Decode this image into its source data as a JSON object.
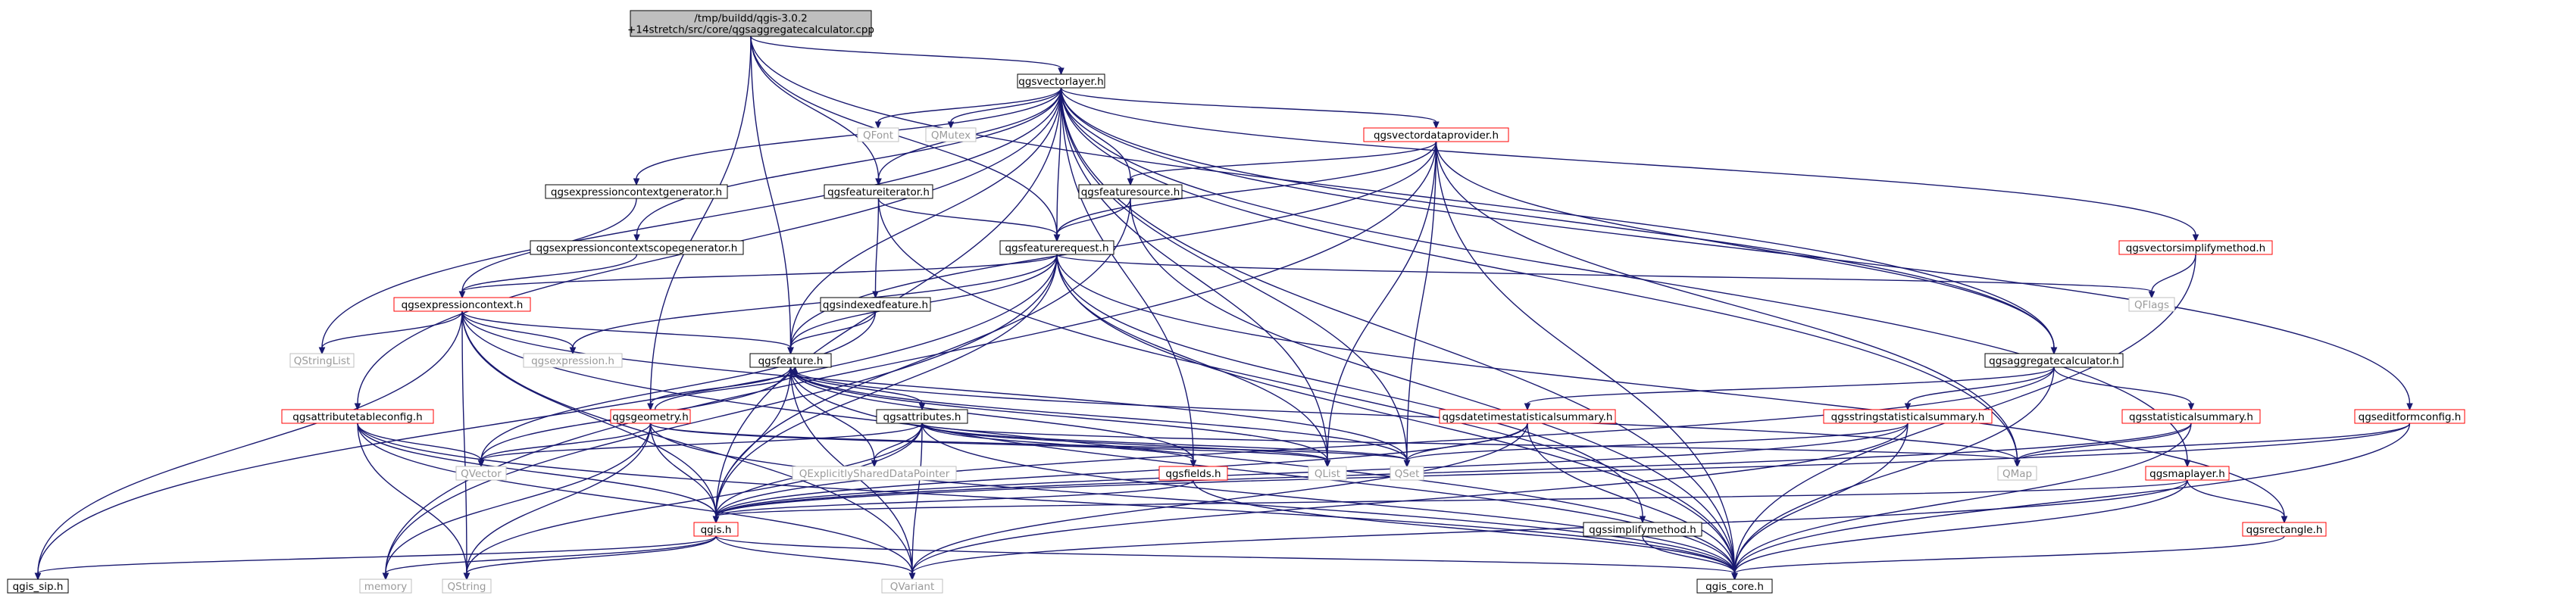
{
  "graph": {
    "nodes": [
      {
        "id": "root",
        "label": "/tmp/buildd/qgis-3.0.2\n+14stretch/src/core/qgsaggregatecalculator.cpp",
        "style": "root",
        "icon": ""
      },
      {
        "id": "qgsvectorlayer",
        "label": "qgsvectorlayer.h",
        "style": "black"
      },
      {
        "id": "qfont",
        "label": "QFont",
        "style": "grey"
      },
      {
        "id": "qmutex",
        "label": "QMutex",
        "style": "grey"
      },
      {
        "id": "qgsvectordataprovider",
        "label": "qgsvectordataprovider.h",
        "style": "red"
      },
      {
        "id": "qgsexprctxgen",
        "label": "qgsexpressioncontextgenerator.h",
        "style": "black"
      },
      {
        "id": "qgsfeatureiterator",
        "label": "qgsfeatureiterator.h",
        "style": "black"
      },
      {
        "id": "qgsfeaturesource",
        "label": "qgsfeaturesource.h",
        "style": "black"
      },
      {
        "id": "qgsvectorsimplify",
        "label": "qgsvectorsimplifymethod.h",
        "style": "red"
      },
      {
        "id": "qgsexprscopegen",
        "label": "qgsexpressioncontextscopegenerator.h",
        "style": "black"
      },
      {
        "id": "qgsfeaturerequest",
        "label": "qgsfeaturerequest.h",
        "style": "black"
      },
      {
        "id": "qflags",
        "label": "QFlags",
        "style": "grey"
      },
      {
        "id": "qgsexprctx",
        "label": "qgsexpressioncontext.h",
        "style": "red"
      },
      {
        "id": "qgsindexedfeature",
        "label": "qgsindexedfeature.h",
        "style": "black"
      },
      {
        "id": "qgsaggcalc",
        "label": "qgsaggregatecalculator.h",
        "style": "black"
      },
      {
        "id": "qstringlist",
        "label": "QStringList",
        "style": "grey"
      },
      {
        "id": "qgsexpression",
        "label": "qgsexpression.h",
        "style": "grey"
      },
      {
        "id": "qgsfeature",
        "label": "qgsfeature.h",
        "style": "black"
      },
      {
        "id": "qgsattrtableconfig",
        "label": "qgsattributetableconfig.h",
        "style": "red"
      },
      {
        "id": "qgsgeometry",
        "label": "qgsgeometry.h",
        "style": "red"
      },
      {
        "id": "qgsattributes",
        "label": "qgsattributes.h",
        "style": "black"
      },
      {
        "id": "qgsdatetimestat",
        "label": "qgsdatetimestatisticalsummary.h",
        "style": "red"
      },
      {
        "id": "qgsstringstat",
        "label": "qgsstringstatisticalsummary.h",
        "style": "red"
      },
      {
        "id": "qgsstatsummary",
        "label": "qgsstatisticalsummary.h",
        "style": "red"
      },
      {
        "id": "qgseditformconfig",
        "label": "qgseditformconfig.h",
        "style": "red"
      },
      {
        "id": "qvector",
        "label": "QVector",
        "style": "grey"
      },
      {
        "id": "qexplicit",
        "label": "QExplicitlySharedDataPointer",
        "style": "grey"
      },
      {
        "id": "qgsfields",
        "label": "qgsfields.h",
        "style": "red"
      },
      {
        "id": "qlist",
        "label": "QList",
        "style": "grey"
      },
      {
        "id": "qset",
        "label": "QSet",
        "style": "grey"
      },
      {
        "id": "qmap",
        "label": "QMap",
        "style": "grey"
      },
      {
        "id": "qgsmaplayer",
        "label": "qgsmaplayer.h",
        "style": "red"
      },
      {
        "id": "qgis",
        "label": "qgis.h",
        "style": "red"
      },
      {
        "id": "qgssimplifymethod",
        "label": "qgssimplifymethod.h",
        "style": "black"
      },
      {
        "id": "qgsrectangle",
        "label": "qgsrectangle.h",
        "style": "red"
      },
      {
        "id": "qgissip",
        "label": "qgis_sip.h",
        "style": "black"
      },
      {
        "id": "memory",
        "label": "memory",
        "style": "grey"
      },
      {
        "id": "qstring",
        "label": "QString",
        "style": "grey"
      },
      {
        "id": "qvariant",
        "label": "QVariant",
        "style": "grey"
      },
      {
        "id": "qgiscore",
        "label": "qgis_core.h",
        "style": "black"
      }
    ],
    "edges": [
      [
        "root",
        "qgsvectorlayer"
      ],
      [
        "root",
        "qgsaggcalc"
      ],
      [
        "root",
        "qgsfeatureiterator"
      ],
      [
        "root",
        "qgsfeaturerequest"
      ],
      [
        "root",
        "qgsfeature"
      ],
      [
        "root",
        "qgsgeometry"
      ],
      [
        "qgsvectorlayer",
        "qfont"
      ],
      [
        "qgsvectorlayer",
        "qmutex"
      ],
      [
        "qgsvectorlayer",
        "qgsvectordataprovider"
      ],
      [
        "qgsvectorlayer",
        "qgsexprctxgen"
      ],
      [
        "qgsvectorlayer",
        "qgsfeatureiterator"
      ],
      [
        "qgsvectorlayer",
        "qgsfeaturesource"
      ],
      [
        "qgsvectorlayer",
        "qgsvectorsimplify"
      ],
      [
        "qgsvectorlayer",
        "qgsexprscopegen"
      ],
      [
        "qgsvectorlayer",
        "qgsfeaturerequest"
      ],
      [
        "qgsvectorlayer",
        "qgsaggcalc"
      ],
      [
        "qgsvectorlayer",
        "qstringlist"
      ],
      [
        "qgsvectorlayer",
        "qgsfeature"
      ],
      [
        "qgsvectorlayer",
        "qgsattrtableconfig"
      ],
      [
        "qgsvectorlayer",
        "qgsfields"
      ],
      [
        "qgsvectorlayer",
        "qlist"
      ],
      [
        "qgsvectorlayer",
        "qset"
      ],
      [
        "qgsvectorlayer",
        "qmap"
      ],
      [
        "qgsvectorlayer",
        "qgseditformconfig"
      ],
      [
        "qgsvectorlayer",
        "qgsmaplayer"
      ],
      [
        "qgsvectorlayer",
        "qgis"
      ],
      [
        "qgsvectorlayer",
        "qgiscore"
      ],
      [
        "qgsvectordataprovider",
        "qgsfeaturesource"
      ],
      [
        "qgsvectordataprovider",
        "qgsfeaturerequest"
      ],
      [
        "qgsvectordataprovider",
        "qgsfeature"
      ],
      [
        "qgsvectordataprovider",
        "qgsaggcalc"
      ],
      [
        "qgsvectordataprovider",
        "qlist"
      ],
      [
        "qgsvectordataprovider",
        "qset"
      ],
      [
        "qgsvectordataprovider",
        "qmap"
      ],
      [
        "qgsvectordataprovider",
        "memory"
      ],
      [
        "qgsvectordataprovider",
        "qgiscore"
      ],
      [
        "qgsexprctxgen",
        "qgsexprctx"
      ],
      [
        "qgsexprscopegen",
        "qgsexprctx"
      ],
      [
        "qgsfeatureiterator",
        "qgsfeaturerequest"
      ],
      [
        "qgsfeatureiterator",
        "qgsindexedfeature"
      ],
      [
        "qgsfeatureiterator",
        "qgiscore"
      ],
      [
        "qgsfeaturesource",
        "qgsfeaturerequest"
      ],
      [
        "qgsfeaturesource",
        "qgiscore"
      ],
      [
        "qgsfeaturesource",
        "qgis"
      ],
      [
        "qgsvectorsimplify",
        "qflags"
      ],
      [
        "qgsvectorsimplify",
        "qgiscore"
      ],
      [
        "qgsfeaturerequest",
        "qflags"
      ],
      [
        "qgsfeaturerequest",
        "qgsexprctx"
      ],
      [
        "qgsfeaturerequest",
        "qgsexpression"
      ],
      [
        "qgsfeaturerequest",
        "qgsfeature"
      ],
      [
        "qgsfeaturerequest",
        "qlist"
      ],
      [
        "qgsfeaturerequest",
        "qgssimplifymethod"
      ],
      [
        "qgsfeaturerequest",
        "qgsrectangle"
      ],
      [
        "qgsfeaturerequest",
        "qgiscore"
      ],
      [
        "qgsfeaturerequest",
        "qgissip"
      ],
      [
        "qgsfeaturerequest",
        "qgis"
      ],
      [
        "qgsfeaturerequest",
        "memory"
      ],
      [
        "qgsexprctx",
        "qstringlist"
      ],
      [
        "qgsexprctx",
        "qgsexpression"
      ],
      [
        "qgsexprctx",
        "qgsfeature"
      ],
      [
        "qgsexprctx",
        "qset"
      ],
      [
        "qgsexprctx",
        "qgiscore"
      ],
      [
        "qgsexprctx",
        "qgissip"
      ],
      [
        "qgsexprctx",
        "qvariant"
      ],
      [
        "qgsexprctx",
        "qstring"
      ],
      [
        "qgsexprctx",
        "qgis"
      ],
      [
        "qgsindexedfeature",
        "qgsfeature"
      ],
      [
        "qgsindexedfeature",
        "qvector"
      ],
      [
        "qgsaggcalc",
        "qgsdatetimestat"
      ],
      [
        "qgsaggcalc",
        "qgsstringstat"
      ],
      [
        "qgsaggcalc",
        "qgsstatsummary"
      ],
      [
        "qgsaggcalc",
        "qgiscore"
      ],
      [
        "qgsaggcalc",
        "qgis"
      ],
      [
        "qgsfeature",
        "qgsgeometry"
      ],
      [
        "qgsfeature",
        "qgsattributes"
      ],
      [
        "qgsfeature",
        "qvector"
      ],
      [
        "qgsfeature",
        "qexplicit"
      ],
      [
        "qgsfeature",
        "qgsfields"
      ],
      [
        "qgsfeature",
        "qlist"
      ],
      [
        "qgsfeature",
        "qset"
      ],
      [
        "qgsfeature",
        "qmap"
      ],
      [
        "qgsfeature",
        "qgis"
      ],
      [
        "qgsfeature",
        "qvariant"
      ],
      [
        "qgsfeature",
        "qgiscore"
      ],
      [
        "qgsattrtableconfig",
        "qvector"
      ],
      [
        "qgsattrtableconfig",
        "qgis"
      ],
      [
        "qgsattrtableconfig",
        "qgiscore"
      ],
      [
        "qgsattrtableconfig",
        "qvariant"
      ],
      [
        "qgsattrtableconfig",
        "qstring"
      ],
      [
        "qgsgeometry",
        "qgsfeature"
      ],
      [
        "qgsgeometry",
        "qvector"
      ],
      [
        "qgsgeometry",
        "qlist"
      ],
      [
        "qgsgeometry",
        "qset"
      ],
      [
        "qgsgeometry",
        "qgis"
      ],
      [
        "qgsgeometry",
        "memory"
      ],
      [
        "qgsgeometry",
        "qstring"
      ],
      [
        "qgsgeometry",
        "qgiscore"
      ],
      [
        "qgsattributes",
        "qvector"
      ],
      [
        "qgsattributes",
        "qexplicit"
      ],
      [
        "qgsattributes",
        "qgsfields"
      ],
      [
        "qgsattributes",
        "qlist"
      ],
      [
        "qgsattributes",
        "qset"
      ],
      [
        "qgsattributes",
        "qmap"
      ],
      [
        "qgsattributes",
        "qgis"
      ],
      [
        "qgsattributes",
        "qvariant"
      ],
      [
        "qgsattributes",
        "qgiscore"
      ],
      [
        "qgsattributes",
        "qstring"
      ],
      [
        "qgsdatetimestat",
        "qset"
      ],
      [
        "qgsdatetimestat",
        "qgis"
      ],
      [
        "qgsdatetimestat",
        "qgiscore"
      ],
      [
        "qgsdatetimestat",
        "qvariant"
      ],
      [
        "qgsstringstat",
        "qset"
      ],
      [
        "qgsstringstat",
        "qgis"
      ],
      [
        "qgsstringstat",
        "qgiscore"
      ],
      [
        "qgsstringstat",
        "qvariant"
      ],
      [
        "qgsstatsummary",
        "qmap"
      ],
      [
        "qgsstatsummary",
        "qgis"
      ],
      [
        "qgsstatsummary",
        "qgiscore"
      ],
      [
        "qgseditformconfig",
        "qmap"
      ],
      [
        "qgseditformconfig",
        "qgis"
      ],
      [
        "qgseditformconfig",
        "qgiscore"
      ],
      [
        "qgsfields",
        "qgis"
      ],
      [
        "qgsfields",
        "qgiscore"
      ],
      [
        "qgsmaplayer",
        "qgsrectangle"
      ],
      [
        "qgsmaplayer",
        "qgis"
      ],
      [
        "qgsmaplayer",
        "qgiscore"
      ],
      [
        "qgsmaplayer",
        "qvariant"
      ],
      [
        "qgis",
        "qgissip"
      ],
      [
        "qgis",
        "qgiscore"
      ],
      [
        "qgis",
        "memory"
      ],
      [
        "qgis",
        "qstring"
      ],
      [
        "qgis",
        "qvariant"
      ],
      [
        "qgssimplifymethod",
        "qgiscore"
      ],
      [
        "qgsrectangle",
        "qgiscore"
      ]
    ]
  }
}
